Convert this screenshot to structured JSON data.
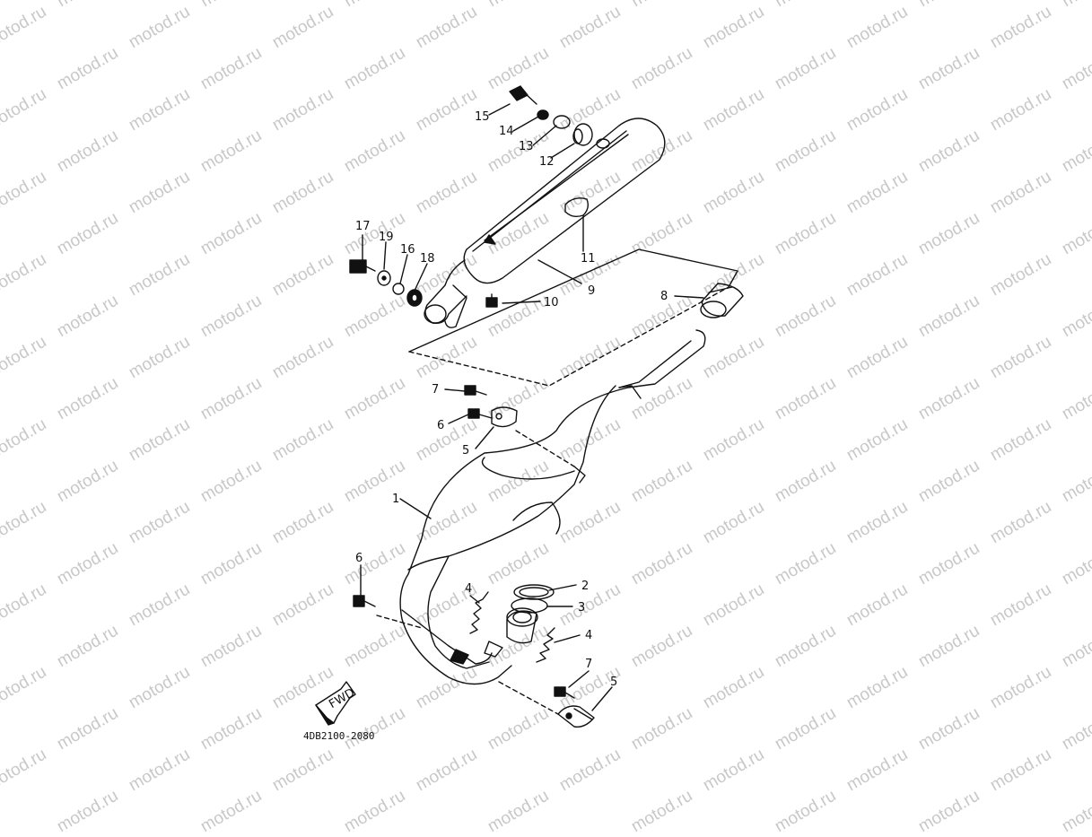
{
  "diagram": {
    "watermark": "motod.ru",
    "figure_code": "4DB2100-2080",
    "fwd_label": "FWD",
    "callouts": [
      {
        "id": "c1",
        "label": "1"
      },
      {
        "id": "c2",
        "label": "2"
      },
      {
        "id": "c3",
        "label": "3"
      },
      {
        "id": "c4a",
        "label": "4"
      },
      {
        "id": "c4b",
        "label": "4"
      },
      {
        "id": "c5a",
        "label": "5"
      },
      {
        "id": "c5b",
        "label": "5"
      },
      {
        "id": "c6a",
        "label": "6"
      },
      {
        "id": "c6b",
        "label": "6"
      },
      {
        "id": "c7a",
        "label": "7"
      },
      {
        "id": "c7b",
        "label": "7"
      },
      {
        "id": "c8",
        "label": "8"
      },
      {
        "id": "c9",
        "label": "9"
      },
      {
        "id": "c10",
        "label": "10"
      },
      {
        "id": "c11",
        "label": "11"
      },
      {
        "id": "c12",
        "label": "12"
      },
      {
        "id": "c13",
        "label": "13"
      },
      {
        "id": "c14",
        "label": "14"
      },
      {
        "id": "c15",
        "label": "15"
      },
      {
        "id": "c16",
        "label": "16"
      },
      {
        "id": "c17",
        "label": "17"
      },
      {
        "id": "c18",
        "label": "18"
      },
      {
        "id": "c19",
        "label": "19"
      }
    ]
  }
}
